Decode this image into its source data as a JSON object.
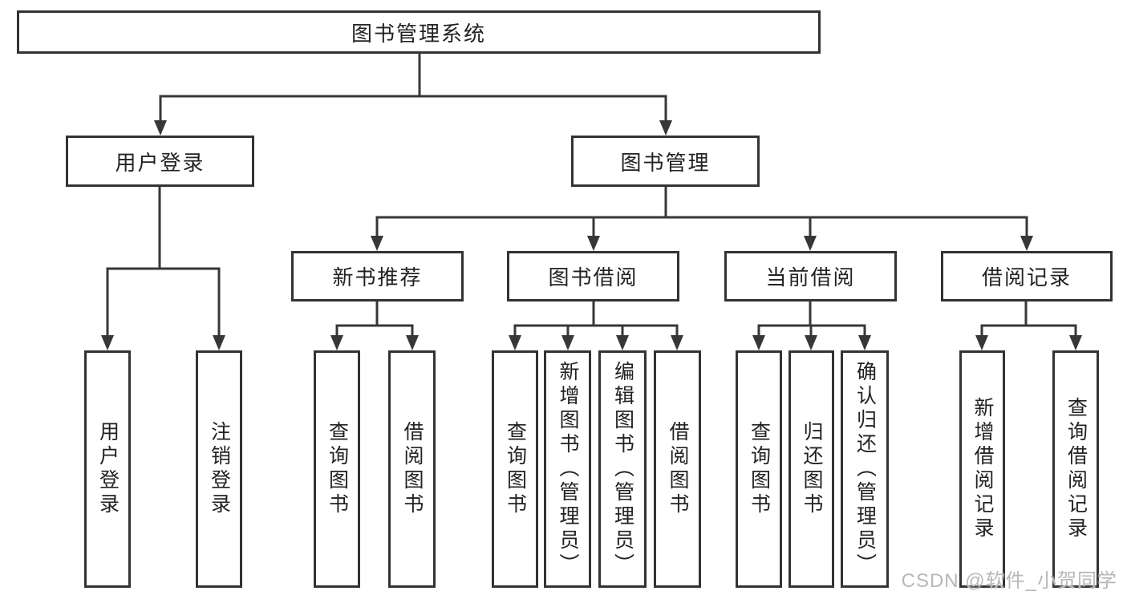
{
  "colors": {
    "line": "#373737",
    "box_border": "#333333",
    "box_fill": "#ffffff",
    "text": "#222222",
    "watermark": "#b8b8b8"
  },
  "nodes": {
    "root": "图书管理系统",
    "level2": [
      "用户登录",
      "图书管理"
    ],
    "level3": [
      "新书推荐",
      "图书借阅",
      "当前借阅",
      "借阅记录"
    ],
    "leaves": {
      "user_login": [
        "用户登录",
        "注销登录"
      ],
      "new_book": [
        "查询图书",
        "借阅图书"
      ],
      "book_borrow": [
        "查询图书",
        "新增图书（管理员）",
        "编辑图书（管理员）",
        "借阅图书"
      ],
      "current_borrow": [
        "查询图书",
        "归还图书",
        "确认归还（管理员）"
      ],
      "borrow_records": [
        "新增借阅记录",
        "查询借阅记录"
      ]
    }
  },
  "watermark": "CSDN @软件_小贺同学"
}
